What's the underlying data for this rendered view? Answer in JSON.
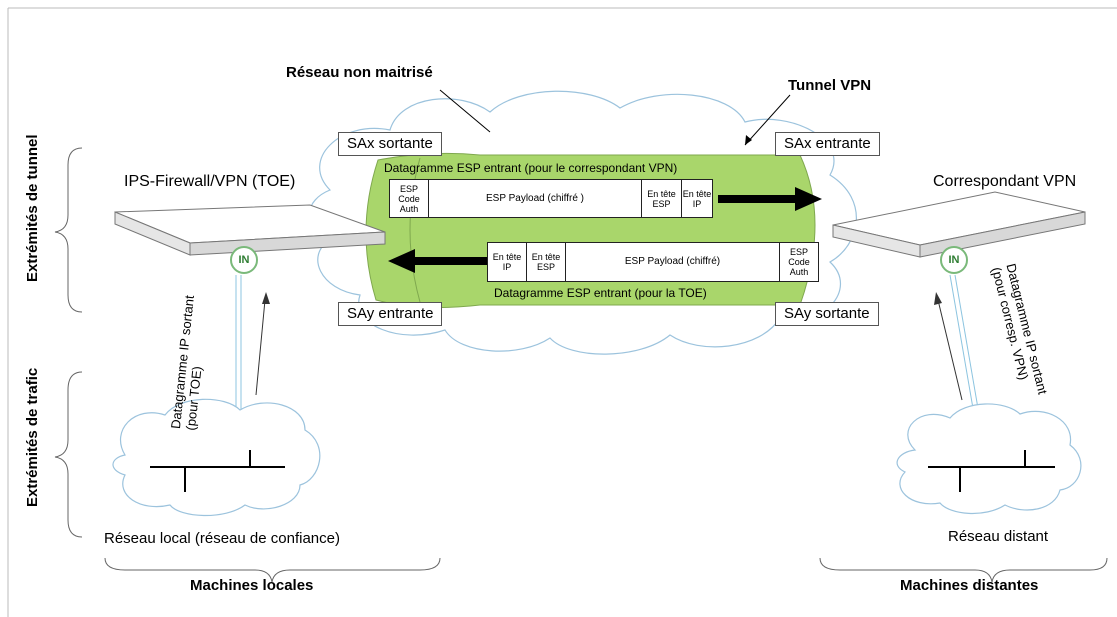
{
  "labels": {
    "untrusted_network": "Réseau non maitrisé",
    "vpn_tunnel": "Tunnel VPN",
    "left_device": "IPS-Firewall/VPN (TOE)",
    "right_device": "Correspondant VPN",
    "local_network": "Réseau local (réseau de confiance)",
    "remote_network": "Réseau distant",
    "local_machines": "Machines locales",
    "remote_machines": "Machines distantes",
    "tunnel_endpoints": "Extrémités de tunnel",
    "traffic_endpoints": "Extrémités de trafic",
    "in_left": "IN",
    "in_right": "IN"
  },
  "sa": {
    "sax_out": "SAx sortante",
    "sax_in": "SAx entrante",
    "say_in": "SAy entrante",
    "say_out": "SAy sortante"
  },
  "datagrams": {
    "top_title": "Datagramme ESP entrant (pour le correspondant VPN)",
    "bottom_title": "Datagramme ESP entrant (pour la TOE)",
    "top_cells": [
      "ESP Code Auth",
      "ESP Payload (chiffré )",
      "En tête ESP",
      "En tête IP"
    ],
    "bottom_cells": [
      "En tête IP",
      "En tête ESP",
      "ESP Payload (chiffré)",
      "ESP Code Auth"
    ]
  },
  "arrows": {
    "left_label_1": "Datagramme IP sortant",
    "left_label_2": "(pour TOE)",
    "right_label_1": "Datagramme IP sortant",
    "right_label_2": "(pour corresp. VPN)"
  },
  "colors": {
    "tunnel_green": "#a9d66b",
    "cloud_stroke": "#9cc3dd",
    "in_ring": "#7ab97a"
  }
}
